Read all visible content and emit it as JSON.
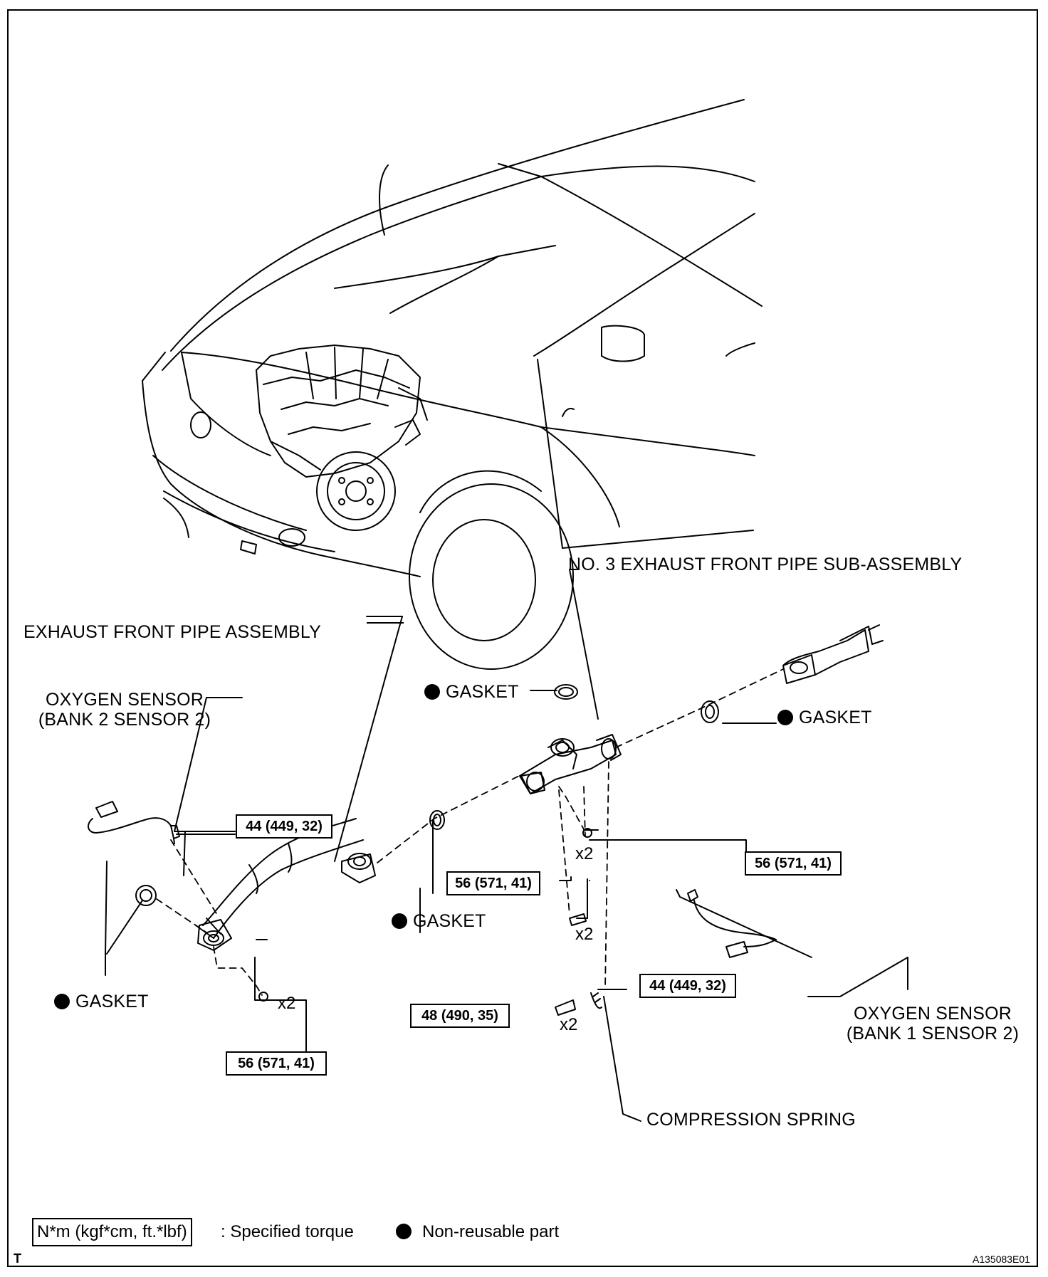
{
  "labels": {
    "no3_front_pipe": "NO. 3 EXHAUST FRONT PIPE SUB-ASSEMBLY",
    "front_pipe": "EXHAUST FRONT PIPE ASSEMBLY",
    "oxygen_sensor_left_1": "OXYGEN SENSOR",
    "oxygen_sensor_left_2": "(BANK 2 SENSOR 2)",
    "oxygen_sensor_right_1": "OXYGEN SENSOR",
    "oxygen_sensor_right_2": "(BANK 1 SENSOR 2)",
    "gasket": "GASKET",
    "compression_spring": "COMPRESSION SPRING"
  },
  "torques": {
    "sensor_left": "44 (449, 32)",
    "sensor_right": "44 (449, 32)",
    "nut_right": "56 (571, 41)",
    "bolt_mid": "56 (571, 41)",
    "nut_bottom": "56 (571, 41)",
    "spring_bolt": "48 (490, 35)"
  },
  "counts": {
    "nut_right": "x2",
    "bolt_mid": "x2",
    "nut_bottom": "x2",
    "spring_bolt": "x2"
  },
  "legend": {
    "torque_unit": "N*m (kgf*cm, ft.*lbf)",
    "torque_desc": ": Specified torque",
    "non_reusable": "Non-reusable part"
  },
  "corner_mark": "T",
  "figure_code": "A135083E01"
}
